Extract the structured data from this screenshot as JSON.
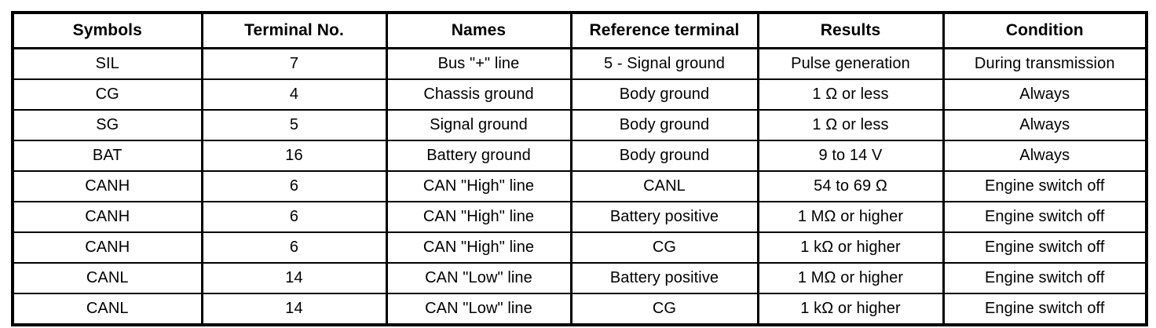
{
  "table": {
    "columns": [
      "Symbols",
      "Terminal No.",
      "Names",
      "Reference terminal",
      "Results",
      "Condition"
    ],
    "rows": [
      {
        "symbols": "SIL",
        "terminal_no": "7",
        "names": "Bus \"+\" line",
        "reference_terminal": "5 - Signal ground",
        "results": "Pulse generation",
        "condition": "During transmission"
      },
      {
        "symbols": "CG",
        "terminal_no": "4",
        "names": "Chassis ground",
        "reference_terminal": "Body ground",
        "results": "1 Ω or less",
        "condition": "Always"
      },
      {
        "symbols": "SG",
        "terminal_no": "5",
        "names": "Signal ground",
        "reference_terminal": "Body ground",
        "results": "1 Ω or less",
        "condition": "Always"
      },
      {
        "symbols": "BAT",
        "terminal_no": "16",
        "names": "Battery ground",
        "reference_terminal": "Body ground",
        "results": "9 to 14 V",
        "condition": "Always"
      },
      {
        "symbols": "CANH",
        "terminal_no": "6",
        "names": "CAN \"High\" line",
        "reference_terminal": "CANL",
        "results": "54 to 69 Ω",
        "condition": "Engine switch off"
      },
      {
        "symbols": "CANH",
        "terminal_no": "6",
        "names": "CAN \"High\" line",
        "reference_terminal": "Battery positive",
        "results": "1 MΩ or higher",
        "condition": "Engine switch off"
      },
      {
        "symbols": "CANH",
        "terminal_no": "6",
        "names": "CAN \"High\" line",
        "reference_terminal": "CG",
        "results": "1 kΩ or higher",
        "condition": "Engine switch off"
      },
      {
        "symbols": "CANL",
        "terminal_no": "14",
        "names": "CAN \"Low\" line",
        "reference_terminal": "Battery positive",
        "results": "1 MΩ or higher",
        "condition": "Engine switch off"
      },
      {
        "symbols": "CANL",
        "terminal_no": "14",
        "names": "CAN \"Low\" line",
        "reference_terminal": "CG",
        "results": "1 kΩ or higher",
        "condition": "Engine switch off"
      }
    ]
  }
}
